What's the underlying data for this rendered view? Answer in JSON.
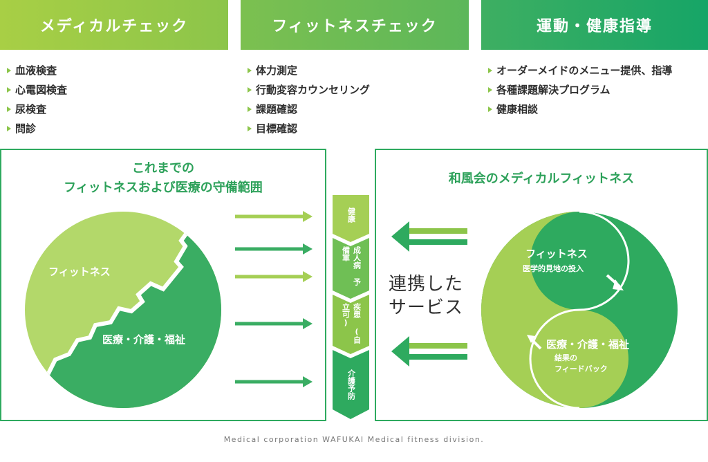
{
  "headers": [
    "メディカルチェック",
    "フィットネスチェック",
    "運動・健康指導"
  ],
  "lists": [
    [
      "血液検査",
      "心電図検査",
      "尿検査",
      "問診"
    ],
    [
      "体力測定",
      "行動変容カウンセリング",
      "課題確認",
      "目標確認"
    ],
    [
      "オーダーメイドのメニュー提供、指導",
      "各種課題解決プログラム",
      "健康相談"
    ]
  ],
  "left_panel": {
    "title_line1": "これまでの",
    "title_line2": "フィットネスおよび医療の守備範囲",
    "fitness_label": "フィットネス",
    "medical_label": "医療・介護・福祉"
  },
  "stages": [
    "健康",
    "成人病 予備軍",
    "疾患 (自立可)",
    "介護予防"
  ],
  "center_text_line1": "連携した",
  "center_text_line2": "サービス",
  "right_panel": {
    "title": "和風会のメディカルフィットネス",
    "fitness_label": "フィットネス",
    "fitness_sub": "医学的見地の投入",
    "medical_label": "医療・介護・福祉",
    "medical_sub_line1": "結果の",
    "medical_sub_line2": "フィードバック"
  },
  "footer": "Medical corporation WAFUKAI Medical fitness division.",
  "colors": {
    "light_green": "#a5cf55",
    "mid_green": "#8cc54a",
    "dark_green": "#2eaa5f",
    "deep_green": "#16a567"
  }
}
